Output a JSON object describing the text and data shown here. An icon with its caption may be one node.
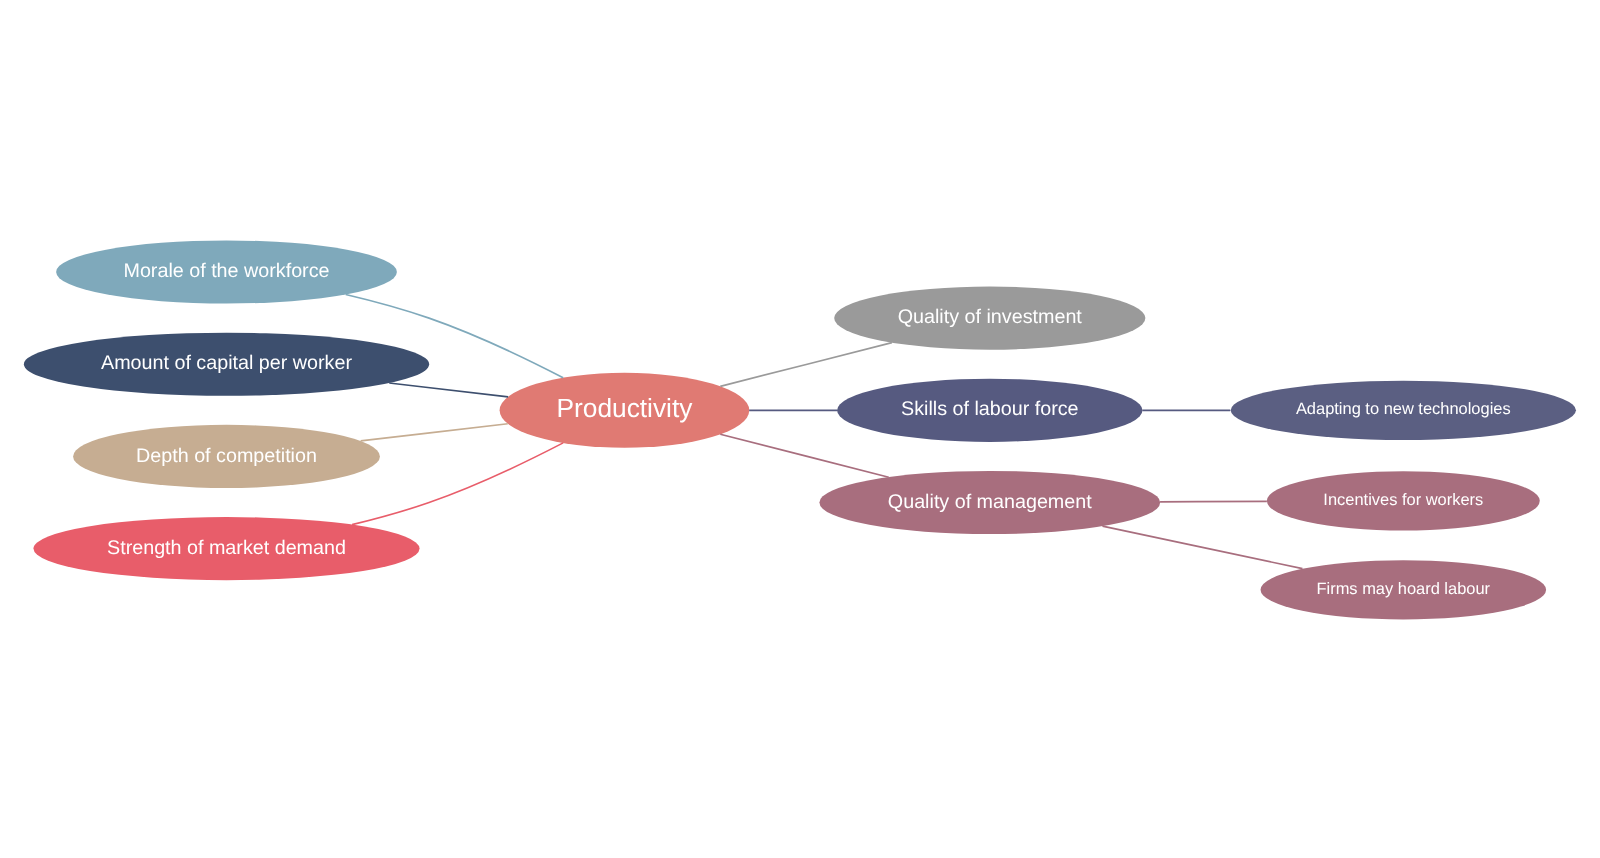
{
  "diagram": {
    "nodes": [
      {
        "text": [
          "Morale of the workforce"
        ]
      },
      {
        "text": [
          "Amount of capital per worker"
        ]
      },
      {
        "text": [
          "Depth of competition"
        ]
      },
      {
        "text": [
          "Strength of market demand"
        ]
      },
      {
        "text": [
          "Productivity"
        ]
      },
      {
        "text": [
          "Quality of investment"
        ]
      },
      {
        "text": [
          "Skills of labour force"
        ]
      },
      {
        "text": [
          "Adapting to new technologies"
        ]
      },
      {
        "text": [
          "Quality of management"
        ]
      },
      {
        "text": [
          "Incentives for workers"
        ]
      },
      {
        "text": [
          "Firms may hoard labour"
        ]
      }
    ],
    "edges": [
      {
        "from": 0,
        "to": 4,
        "arrow": "none",
        "color": "#7fa9bb"
      },
      {
        "from": 1,
        "to": 4,
        "arrow": "none",
        "color": "#3d4f6e"
      },
      {
        "from": 2,
        "to": 4,
        "arrow": "none",
        "color": "#c6ad92"
      },
      {
        "from": 3,
        "to": 4,
        "arrow": "none",
        "color": "#e85d6a"
      },
      {
        "from": 4,
        "to": 5,
        "arrow": "none",
        "color": "#9a9a9a"
      },
      {
        "from": 4,
        "to": 6,
        "arrow": "none",
        "color": "#565a80"
      },
      {
        "from": 6,
        "to": 7,
        "arrow": "none",
        "color": "#565a80"
      },
      {
        "from": 4,
        "to": 8,
        "arrow": "none",
        "color": "#a86e7e"
      },
      {
        "from": 8,
        "to": 9,
        "arrow": "none",
        "color": "#a86e7e"
      },
      {
        "from": 8,
        "to": 10,
        "arrow": "none",
        "color": "#a86e7e"
      }
    ]
  }
}
